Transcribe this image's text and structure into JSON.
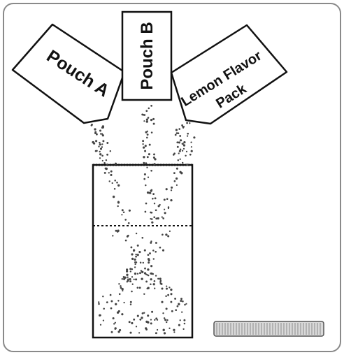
{
  "pouches": [
    {
      "id": "a",
      "label": "Pouch A"
    },
    {
      "id": "b",
      "label": "Pouch B"
    },
    {
      "id": "lemon",
      "label_line1": "Lemon Flavor",
      "label_line2": "Pack"
    }
  ],
  "colors": {
    "frame": "#8a8a8a",
    "outline": "#111111",
    "particle": "#444444",
    "stirrer_fill": "#d9d9d9"
  },
  "icons": {
    "container": "beaker-icon",
    "stirrer": "stirring-rod-icon"
  }
}
